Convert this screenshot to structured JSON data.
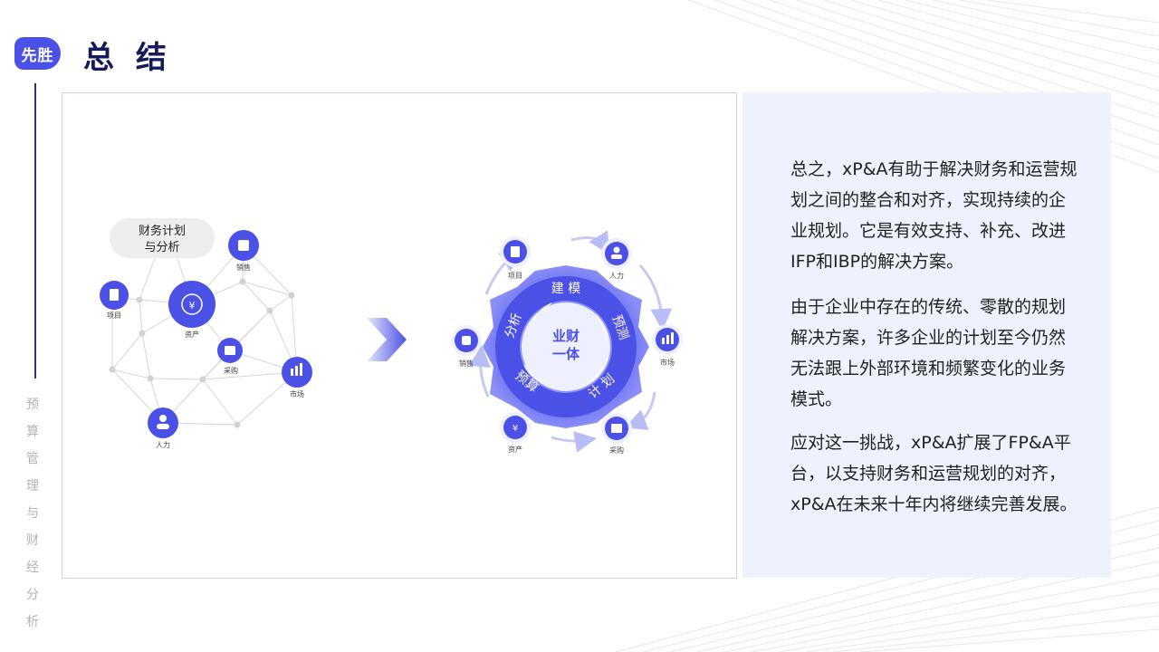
{
  "header": {
    "logo": "先胜",
    "title": "总 结"
  },
  "sidebar": {
    "vertical_text": [
      "预",
      "算",
      "管",
      "理",
      "与",
      "财",
      "经",
      "分",
      "析"
    ]
  },
  "left_network": {
    "bubble_line1": "财务计划",
    "bubble_line2": "与分析",
    "nodes": {
      "sales": "销售",
      "project": "项目",
      "asset": "资产",
      "purchase": "采购",
      "market": "市场",
      "hr": "人力"
    }
  },
  "cycle": {
    "center_line1": "业财",
    "center_line2": "一体",
    "ring": {
      "modeling": "建 模",
      "forecast": "预测",
      "plan": "计 划",
      "budget": "预算",
      "analysis": "分析"
    },
    "nodes": {
      "project": "项目",
      "hr": "人力",
      "market": "市场",
      "purchase": "采购",
      "asset": "资产",
      "sales": "销售"
    }
  },
  "content": {
    "para1": "总之，xP&A有助于解决财务和运营规划之间的整合和对齐，实现持续的企业规划。它是有效支持、补充、改进IFP和IBP的解决方案。",
    "para2": "由于企业中存在的传统、零散的规划解决方案，许多企业的计划至今仍然无法跟上外部环境和频繁变化的业务模式。",
    "para3": "应对这一挑战，xP&A扩展了FP&A平台，以支持财务和运营规划的对齐，xP&A在未来十年内将继续完善发展。"
  },
  "colors": {
    "accent": "#4b50e6",
    "title": "#141a5c",
    "panel": "#eef2fc"
  }
}
